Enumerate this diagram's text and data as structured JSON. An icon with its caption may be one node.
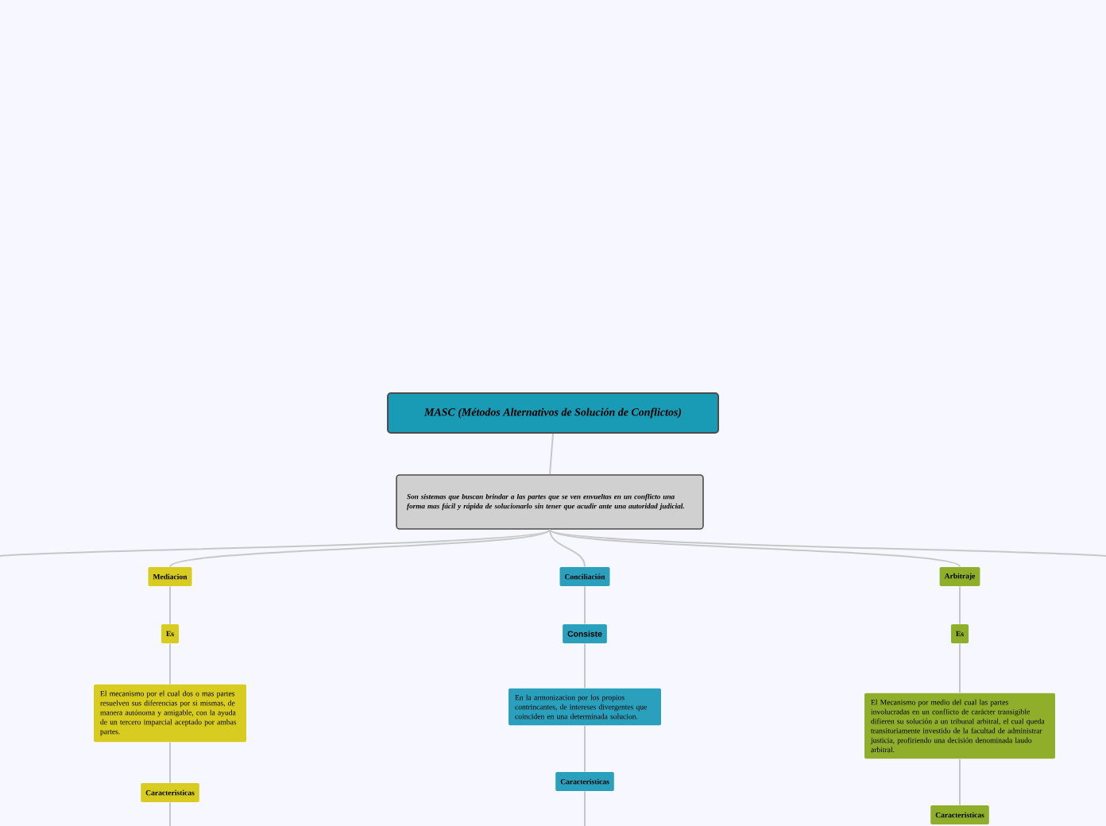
{
  "diagram": {
    "nodes": [
      {
        "text": [
          "MASC (Métodos Alternativos de Solución de Conflictos)"
        ]
      },
      {
        "text": [
          "Son sistemas que buscan brindar a las partes que se ven envueltas en un conflicto una forma mas fácil y rápida de solucionarlo sin tener que acudir ante una autoridad judicial."
        ]
      },
      {
        "text": [
          "Mediacion"
        ]
      },
      {
        "text": [
          "Es"
        ]
      },
      {
        "text": [
          "El mecanismo por el cual dos o mas partes resuelven sus diferencias por si mismas, de manera autónoma y amigable, con la ayuda de un tercero imparcial aceptado por ambas partes."
        ]
      },
      {
        "text": [
          "Caracteristicas"
        ]
      },
      {
        "text": [
          "Conciliación"
        ]
      },
      {
        "text": [
          "Consiste"
        ]
      },
      {
        "text": [
          "En la armonizacion por los propios contrincantes, de intereses divergentes que coinciden en una determinada solucion."
        ]
      },
      {
        "text": [
          "Caracteristicas"
        ]
      },
      {
        "text": [
          "Arbitraje"
        ]
      },
      {
        "text": [
          "Es"
        ]
      },
      {
        "text": [
          "El Mecanismo por medio del cual las partes involucradas en un conflicto de carácter transigible difieren su solución a un tribunal arbitral, el cual queda transitoriamente investido de la facultad de administrar justicia, profiriendo una decisión denominada laudo arbitral."
        ]
      },
      {
        "text": [
          "Caracteristicas"
        ]
      }
    ],
    "edges": [
      {
        "from": 0,
        "to": 1,
        "arrow": "none"
      },
      {
        "from": 1,
        "to": 2,
        "arrow": "none"
      },
      {
        "from": 1,
        "to": 6,
        "arrow": "none"
      },
      {
        "from": 1,
        "to": 10,
        "arrow": "none"
      },
      {
        "from": 1,
        "to": null,
        "arrow": "none"
      },
      {
        "from": 1,
        "to": null,
        "arrow": "none"
      },
      {
        "from": 2,
        "to": 3,
        "arrow": "none"
      },
      {
        "from": 3,
        "to": 4,
        "arrow": "none"
      },
      {
        "from": 4,
        "to": 5,
        "arrow": "none"
      },
      {
        "from": 5,
        "to": null,
        "arrow": "none"
      },
      {
        "from": 6,
        "to": 7,
        "arrow": "none"
      },
      {
        "from": 7,
        "to": 8,
        "arrow": "none"
      },
      {
        "from": 8,
        "to": 9,
        "arrow": "none"
      },
      {
        "from": 9,
        "to": null,
        "arrow": "none"
      },
      {
        "from": 10,
        "to": 11,
        "arrow": "none"
      },
      {
        "from": 11,
        "to": 12,
        "arrow": "none"
      },
      {
        "from": 12,
        "to": 13,
        "arrow": "none"
      }
    ]
  }
}
